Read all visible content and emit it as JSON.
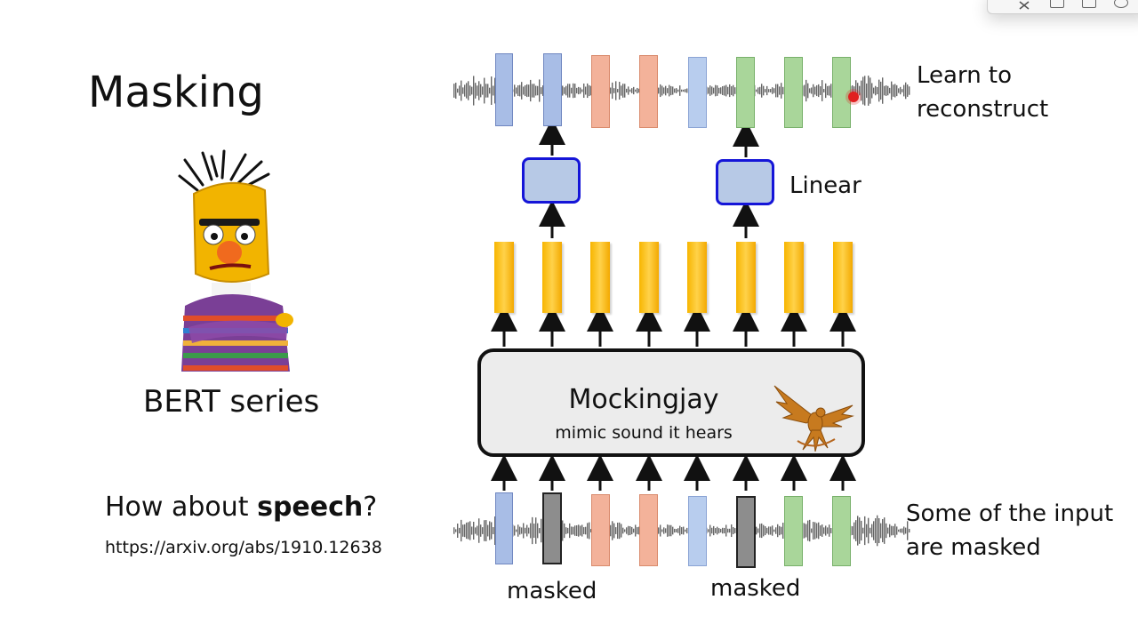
{
  "slide": {
    "title": "Masking",
    "subtitle": "BERT series",
    "question_prefix": "How about ",
    "question_bold": "speech",
    "question_suffix": "?",
    "url": "https://arxiv.org/abs/1910.12638"
  },
  "diagram": {
    "model_name": "Mockingjay",
    "model_caption": "mimic sound it hears",
    "linear_label": "Linear",
    "output_label_line1": "Learn to",
    "output_label_line2": "reconstruct",
    "input_label_line1": "Some of the input",
    "input_label_line2": "are masked",
    "masked_label_1": "masked",
    "masked_label_2": "masked"
  },
  "colors": {
    "frame_blue": "#a8bde6",
    "frame_orange": "#f3b29a",
    "frame_green": "#a9d69a",
    "frame_masked": "#8d8d8d",
    "embedding": "#f7b500",
    "linear_border": "#1515d8",
    "cursor_dot": "#e02020"
  },
  "icons": [
    "bert-puppet-illustration",
    "mockingjay-bird-icon",
    "close-icon",
    "window-icon",
    "share-icon",
    "settings-icon"
  ]
}
